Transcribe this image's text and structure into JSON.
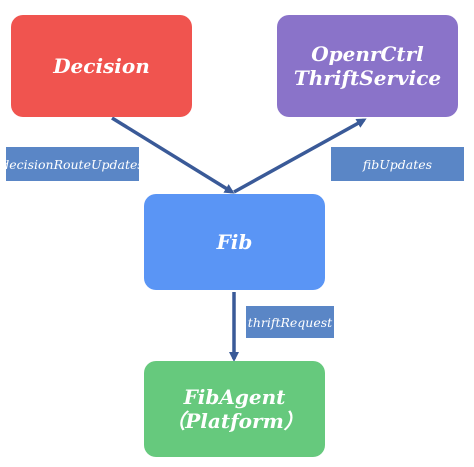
{
  "nodes": {
    "decision": {
      "label": "Decision",
      "color": "#f0544f"
    },
    "openr_ctrl": {
      "line1": "OpenrCtrl",
      "line2": "ThriftService",
      "color": "#8a73c9"
    },
    "fib": {
      "label": "Fib",
      "color": "#5a95f5"
    },
    "fib_agent": {
      "line1": "FibAgent",
      "line2": "（Platform）",
      "color": "#66c97d"
    }
  },
  "edge_labels": {
    "decision_route_updates": "decisionRouteUpdates",
    "fib_updates": "fibUpdates",
    "thrift_request": "thriftRequest"
  },
  "colors": {
    "arrow": "#3a5a98",
    "label_bg": "#5a86c6"
  }
}
